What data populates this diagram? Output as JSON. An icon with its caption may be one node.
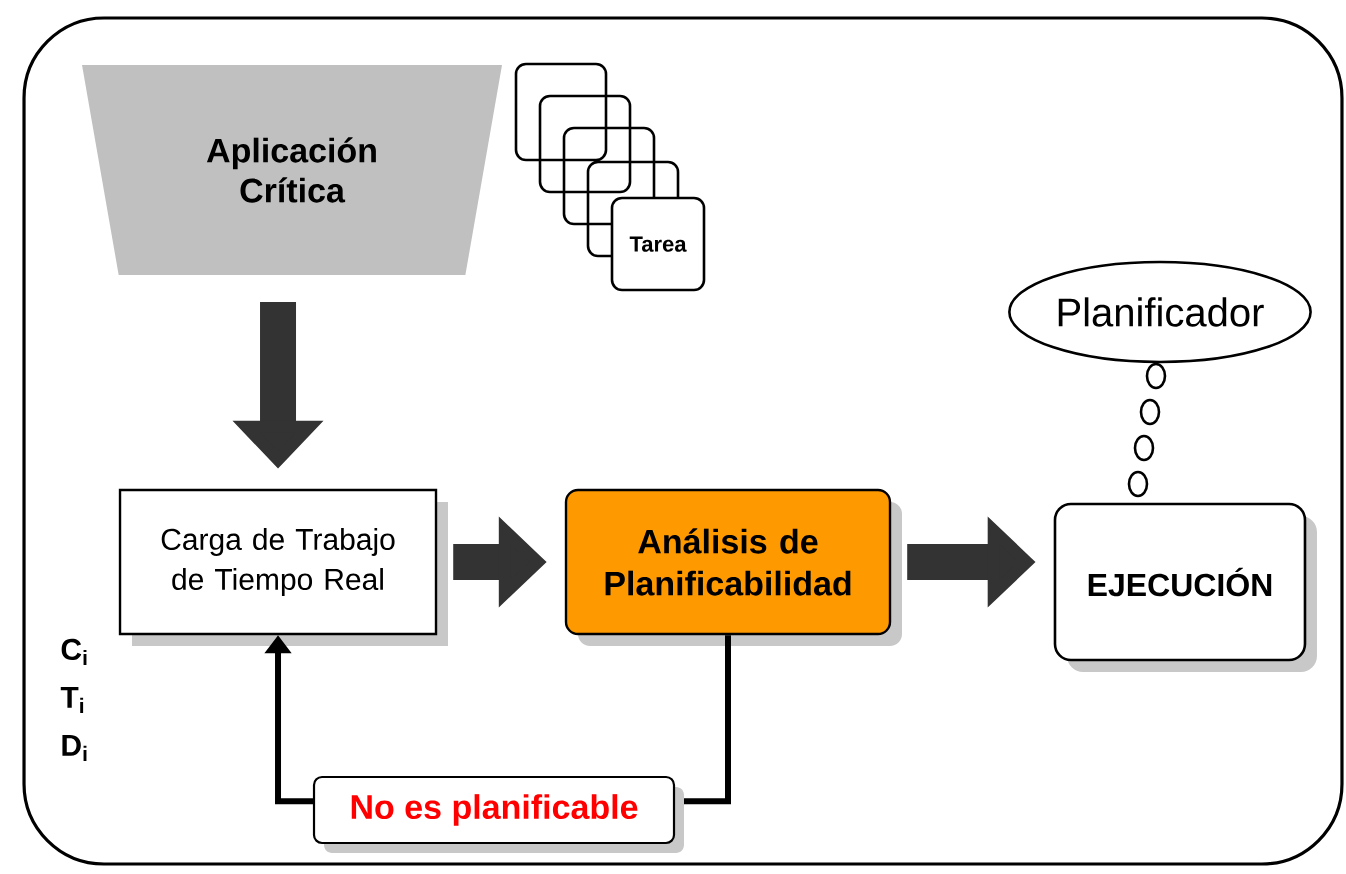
{
  "diagram": {
    "nodes": [
      {
        "text": [
          "Aplicación Crítica"
        ]
      },
      {
        "text": [
          "Tarea"
        ]
      },
      {
        "text": [
          "Carga de Trabajo de Tiempo Real"
        ]
      },
      {
        "text": [
          "Análisis de Planificabilidad"
        ]
      },
      {
        "text": [
          "Planificador"
        ]
      },
      {
        "text": [
          "EJECUCIÓN"
        ]
      }
    ],
    "edges": [
      {
        "from": 0,
        "to": 2,
        "arrow": "to"
      },
      {
        "from": 2,
        "to": 3,
        "arrow": "to"
      },
      {
        "from": 3,
        "to": 5,
        "arrow": "to"
      },
      {
        "from": 3,
        "to": 2,
        "arrow": "to",
        "label": "No es planificable"
      }
    ],
    "labels": [
      "C$_{i}$",
      "T$_{i}$",
      "D$_{i}$"
    ]
  }
}
